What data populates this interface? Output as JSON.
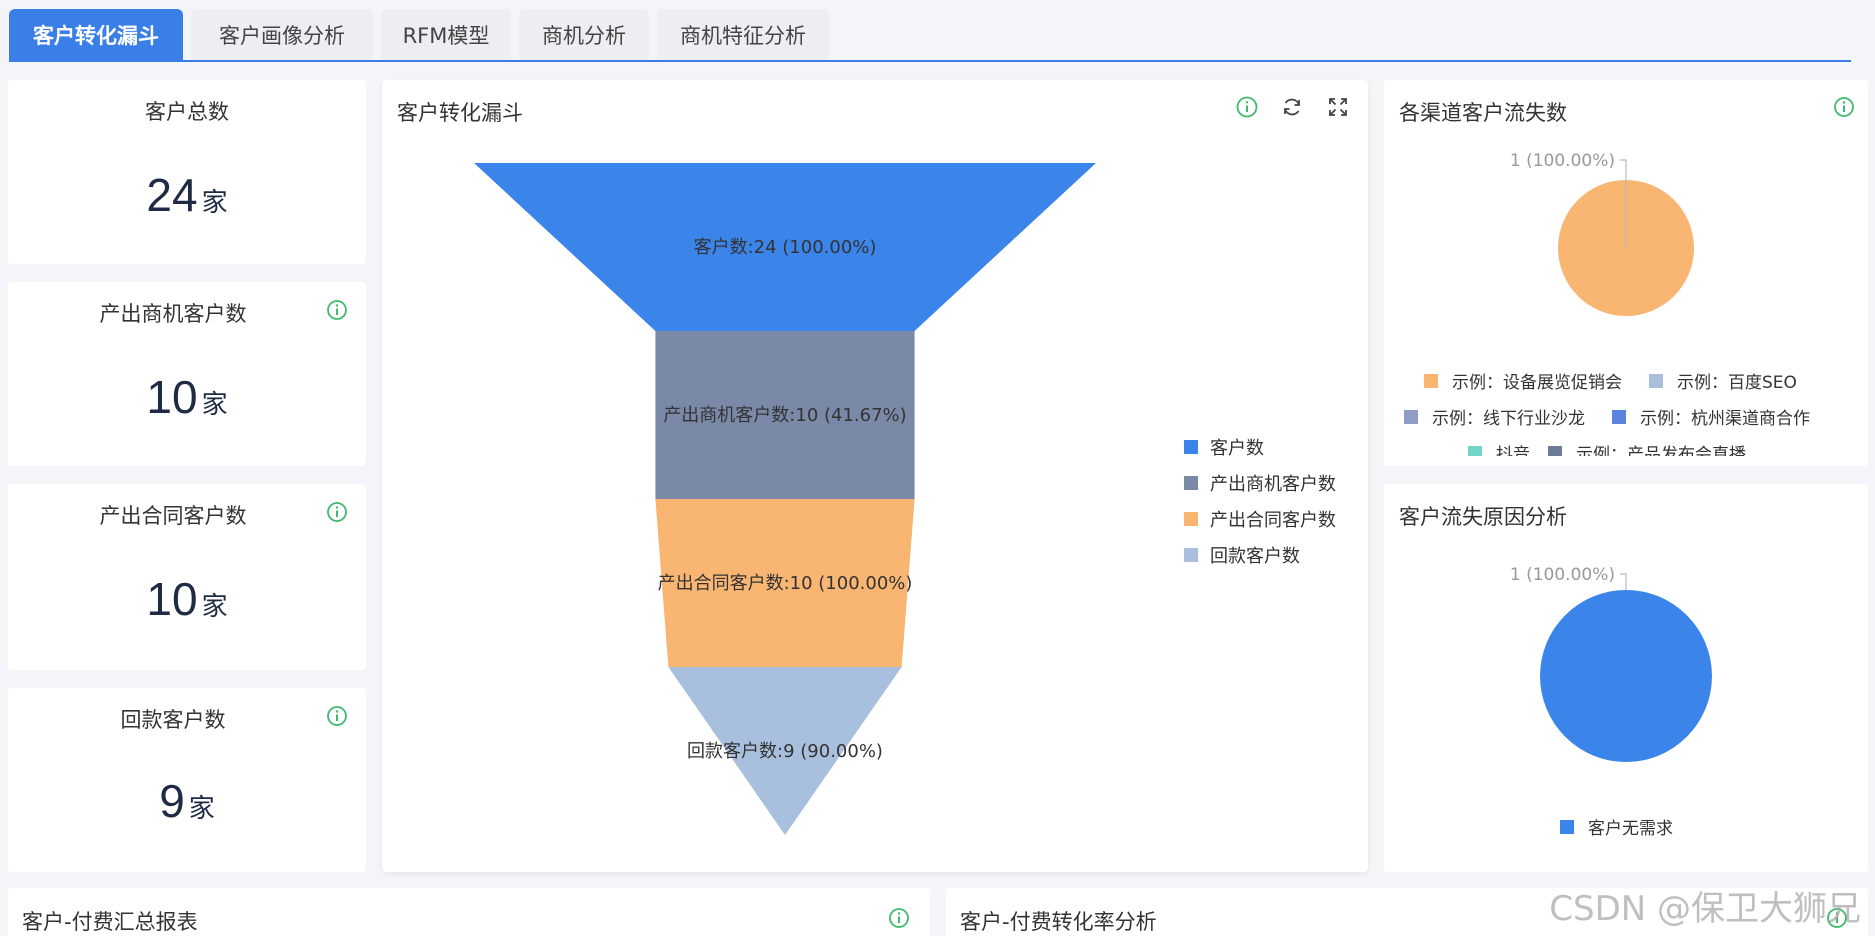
{
  "tabs": [
    {
      "label": "客户转化漏斗",
      "active": true
    },
    {
      "label": "客户画像分析",
      "active": false
    },
    {
      "label": "RFM模型",
      "active": false
    },
    {
      "label": "商机分析",
      "active": false
    },
    {
      "label": "商机特征分析",
      "active": false
    }
  ],
  "metrics": [
    {
      "title": "客户总数",
      "value": "24",
      "unit": "家"
    },
    {
      "title": "产出商机客户数",
      "value": "10",
      "unit": "家"
    },
    {
      "title": "产出合同客户数",
      "value": "10",
      "unit": "家"
    },
    {
      "title": "回款客户数",
      "value": "9",
      "unit": "家"
    }
  ],
  "funnel_card": {
    "title": "客户转化漏斗"
  },
  "chart_data": [
    {
      "type": "funnel",
      "title": "客户转化漏斗",
      "categories": [
        "客户数",
        "产出商机客户数",
        "产出合同客户数",
        "回款客户数"
      ],
      "values": [
        24,
        10,
        10,
        9
      ],
      "percents": [
        "100.00%",
        "41.67%",
        "100.00%",
        "90.00%"
      ],
      "labels": [
        "客户数:24 (100.00%)",
        "产出商机客户数:10 (41.67%)",
        "产出合同客户数:10 (100.00%)",
        "回款客户数:9 (90.00%)"
      ],
      "colors": [
        "#3b84ea",
        "#7b89a8",
        "#f9b572",
        "#a9bfde"
      ],
      "legend": [
        "客户数",
        "产出商机客户数",
        "产出合同客户数",
        "回款客户数"
      ],
      "legend_position": "right"
    },
    {
      "type": "pie",
      "title": "各渠道客户流失数",
      "slices": [
        {
          "name": "示例：设备展览促销会",
          "value": 1,
          "label": "1 (100.00%)",
          "color": "#f9b572"
        }
      ],
      "legend": [
        {
          "name": "示例：设备展览促销会",
          "color": "#f9b572"
        },
        {
          "name": "示例：百度SEO",
          "color": "#a9bfde"
        },
        {
          "name": "示例：线下行业沙龙",
          "color": "#8f9cc4"
        },
        {
          "name": "示例：杭州渠道商合作",
          "color": "#5b84e0"
        },
        {
          "name": "抖音",
          "color": "#6fd6c9"
        },
        {
          "name": "示例：产品发布会直播",
          "color": "#6d7b99"
        }
      ],
      "legend_position": "bottom"
    },
    {
      "type": "pie",
      "title": "客户流失原因分析",
      "slices": [
        {
          "name": "客户无需求",
          "value": 1,
          "label": "1 (100.00%)",
          "color": "#3b84ea"
        }
      ],
      "legend": [
        {
          "name": "客户无需求",
          "color": "#3b84ea"
        }
      ],
      "legend_position": "bottom"
    }
  ],
  "bottom_cards": [
    {
      "title": "客户-付费汇总报表"
    },
    {
      "title": "客户-付费转化率分析"
    }
  ],
  "watermark": "CSDN @保卫大狮兄",
  "colors": {
    "accent": "#3a7ee8",
    "info_green": "#3dba6c"
  }
}
